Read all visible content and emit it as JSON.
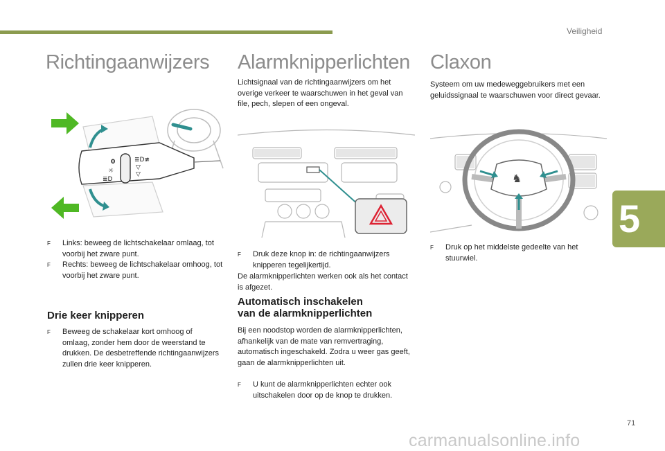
{
  "header": {
    "section_title": "Veiligheid"
  },
  "chapter": {
    "number": "5"
  },
  "footer": {
    "page_number": "71",
    "watermark": "carmanualsonline.info"
  },
  "bullet_mark": "F",
  "col1": {
    "heading": "Richtingaanwijzers",
    "bullets": [
      "Links: beweeg de lichtschakelaar omlaag, tot voorbij het zware punt.",
      "Rechts: beweeg de lichtschakelaar omhoog, tot voorbij het zware punt."
    ],
    "subheading": "Drie keer knipperen",
    "sub_bullets": [
      "Beweeg de schakelaar kort omhoog of omlaag, zonder hem door de weerstand te drukken. De desbetreffende richtingaanwijzers zullen drie keer knipperen."
    ]
  },
  "col2": {
    "heading": "Alarmknipperlichten",
    "intro": "Lichtsignaal van de richtingaanwijzers om het overige verkeer te waarschuwen in het geval van file, pech, slepen of een ongeval.",
    "bullets": [
      "Druk deze knop in: de richtingaanwijzers knipperen tegelijkertijd."
    ],
    "note": "De alarmknipperlichten werken ook als het contact is afgezet.",
    "subheading_line1": "Automatisch inschakelen",
    "subheading_line2": "van de alarmknipperlichten",
    "sub_text": "Bij een noodstop worden de alarmknipperlichten, afhankelijk van de mate van remvertraging, automatisch ingeschakeld. Zodra u weer gas geeft, gaan de alarmknipperlichten uit.",
    "sub_bullets": [
      "U kunt de alarmknipperlichten echter ook uitschakelen door op de knop te drukken."
    ]
  },
  "col3": {
    "heading": "Claxon",
    "intro": "Systeem om uw medeweggebruikers met een geluidssignaal te waarschuwen voor direct gevaar.",
    "bullets": [
      "Druk op het middelste gedeelte van het stuurwiel."
    ]
  },
  "colors": {
    "accent_green": "#8b9b4f",
    "arrow_green": "#4fb824",
    "pointer_teal": "#2f8f8f"
  }
}
